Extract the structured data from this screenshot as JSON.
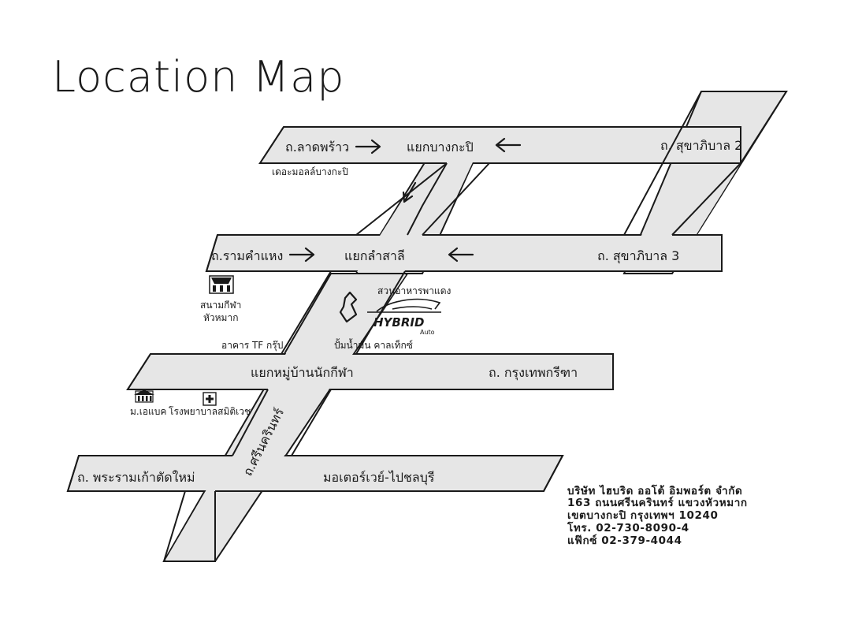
{
  "title": "Location Map",
  "roads": {
    "top_left": "ถ.ลาดพร้าว",
    "top_junction": "แยกบางกะปิ",
    "top_right": "ถ. สุขาภิบาล 2",
    "mid_left": "ถ.รามคำแหง",
    "mid_junction": "แยกลำสาลี",
    "mid_right": "ถ. สุขาภิบาล 3",
    "lower_junction": "แยกหมู่บ้านนักกีฬา",
    "lower_right": "ถ. กรุงเทพกรีฑา",
    "bottom_left": "ถ. พระรามเก้าตัดใหม่",
    "bottom_right": "มอเตอร์เวย์-ไปชลบุรี",
    "diagonal": "ถ.ศรีนครินทร์"
  },
  "pois": {
    "mall": "เดอะมอลล์บางกะปิ",
    "stadium_line1": "สนามกีฬา",
    "stadium_line2": "หัวหมาก",
    "park": "สวนอาหารพาแดง",
    "tf_building": "อาคาร TF กรุ๊ป",
    "gas_station": "ปั้มน้ำมัน คาลเท็กซ์",
    "university": "ม.เอแบค",
    "hospital": "โรงพยาบาลสมิติเวช"
  },
  "logo": {
    "name": "HYBRID",
    "sub": "Auto"
  },
  "address": {
    "line1": "บริษัท ไฮบริด ออโต้ อิมพอร์ต จำกัด",
    "line2": "163 ถนนศรีนครินทร์ แขวงหัวหมาก",
    "line3": "เขตบางกะปิ  กรุงเทพฯ 10240",
    "line4": "โทร. 02-730-8090-4",
    "line5": "แฟ๊กซ์ 02-379-4044"
  },
  "colors": {
    "road_fill": "#e6e6e6",
    "outline": "#1a1a1a",
    "background": "#ffffff"
  }
}
